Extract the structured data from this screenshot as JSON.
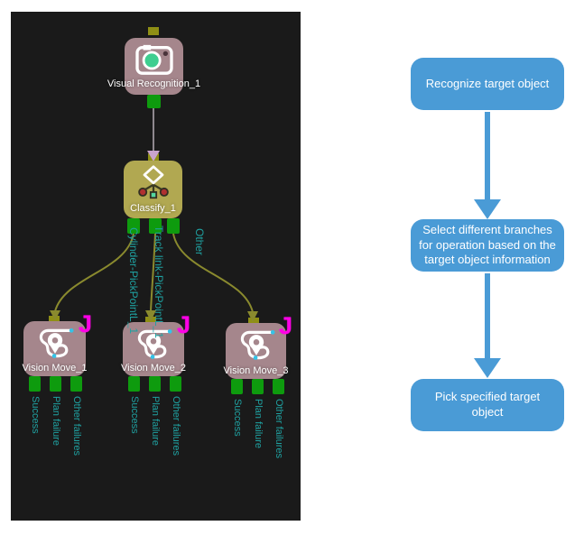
{
  "workspace": {
    "nodes": {
      "visual_recognition": {
        "label": "Visual Recognition_1"
      },
      "classify": {
        "label": "Classify_1"
      },
      "vision_move_1": {
        "label": "Vision Move_1"
      },
      "vision_move_2": {
        "label": "Vision Move_2"
      },
      "vision_move_3": {
        "label": "Vision Move_3"
      }
    },
    "branch_labels": {
      "left": "Cylinder-PickPointL_1",
      "middle": "Track link-PickPointL_1",
      "right": "Other"
    },
    "exit_labels": {
      "success": "Success",
      "plan_failure": "Plan failure",
      "other_failures": "Other failures"
    },
    "port_badge": "J",
    "colors": {
      "canvas_bg": "#1a1a1a",
      "node_pink": "#a5868c",
      "node_olive": "#b1a851",
      "port_green": "#0e9b0e",
      "port_olive": "#8f8f15",
      "edge_olive": "#8a8a2e",
      "label_teal": "#1fa1a1",
      "badge_magenta": "#ff00e6",
      "arrow_lavender": "#c9a3cc",
      "lens_green": "#3fce90",
      "classify_dot_red": "#b03030",
      "classify_square_teal": "#52d6a0",
      "path_dot_cyan": "#35c3e8"
    }
  },
  "flowchart": {
    "accent_blue": "#4a9bd6",
    "steps": [
      {
        "label": "Recognize target object"
      },
      {
        "label": "Select different branches for operation based on the target object information"
      },
      {
        "label": "Pick specified target object"
      }
    ]
  }
}
